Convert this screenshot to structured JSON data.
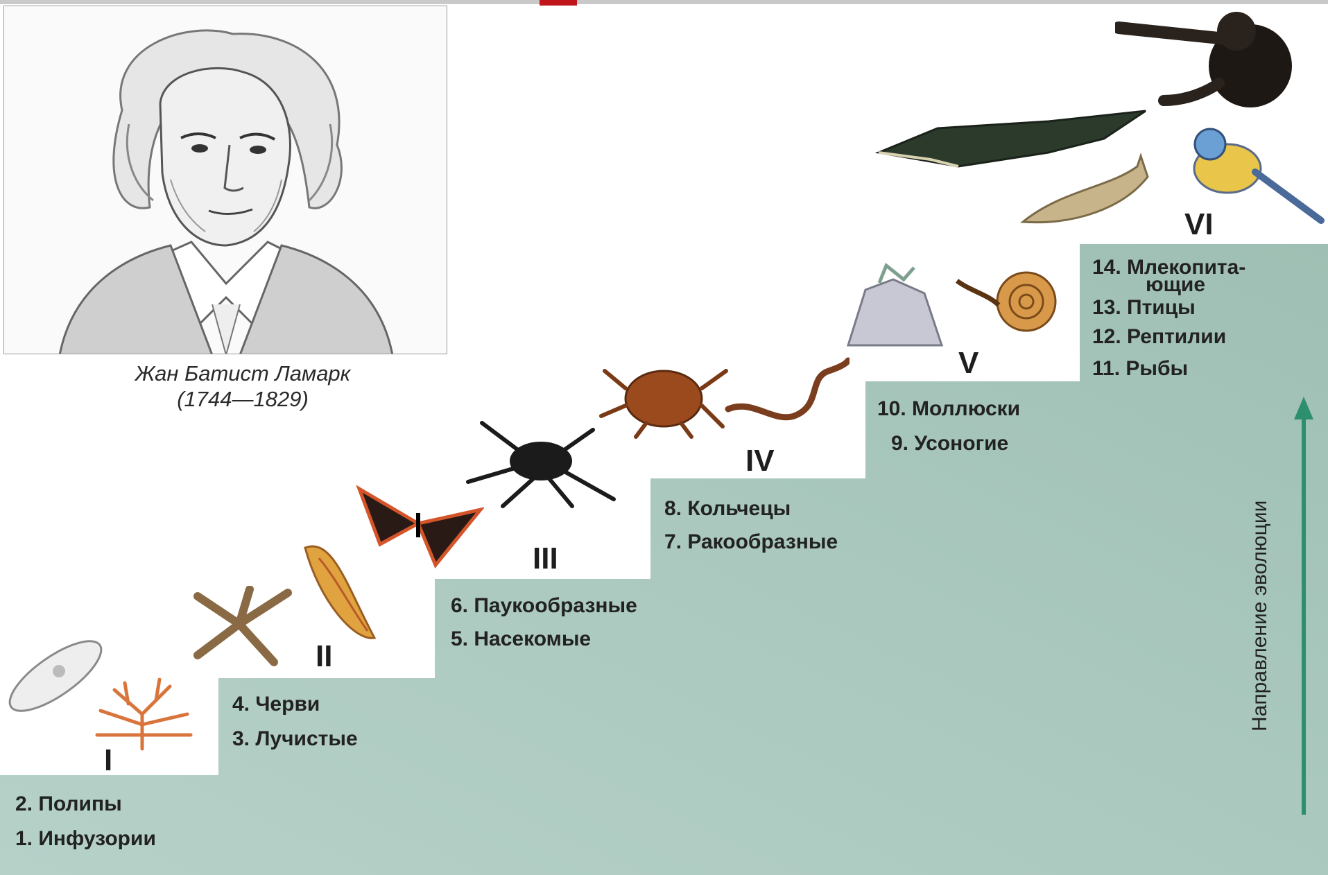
{
  "portrait": {
    "caption_name": "Жан Батист Ламарк",
    "caption_years": "(1744—1829)"
  },
  "axis_label": "Направление эволюции",
  "colors": {
    "step_fill": "#a9c7bd",
    "arrow": "#2d8f6e",
    "accent": "#c0151b"
  },
  "steps": [
    {
      "roman": "I",
      "items": [
        "2. Полипы",
        "1. Инфузории"
      ]
    },
    {
      "roman": "II",
      "items": [
        "4. Черви",
        "3. Лучистые"
      ]
    },
    {
      "roman": "III",
      "items": [
        "6. Паукообразные",
        "5. Насекомые"
      ]
    },
    {
      "roman": "IV",
      "items": [
        "8. Кольчецы",
        "7. Ракообразные"
      ]
    },
    {
      "roman": "V",
      "items": [
        "10. Моллюски",
        "9. Усоногие"
      ]
    },
    {
      "roman": "VI",
      "items": [
        "14. Млекопита-",
        "ющие",
        "13. Птицы",
        "12. Рептилии",
        "11. Рыбы"
      ]
    }
  ]
}
